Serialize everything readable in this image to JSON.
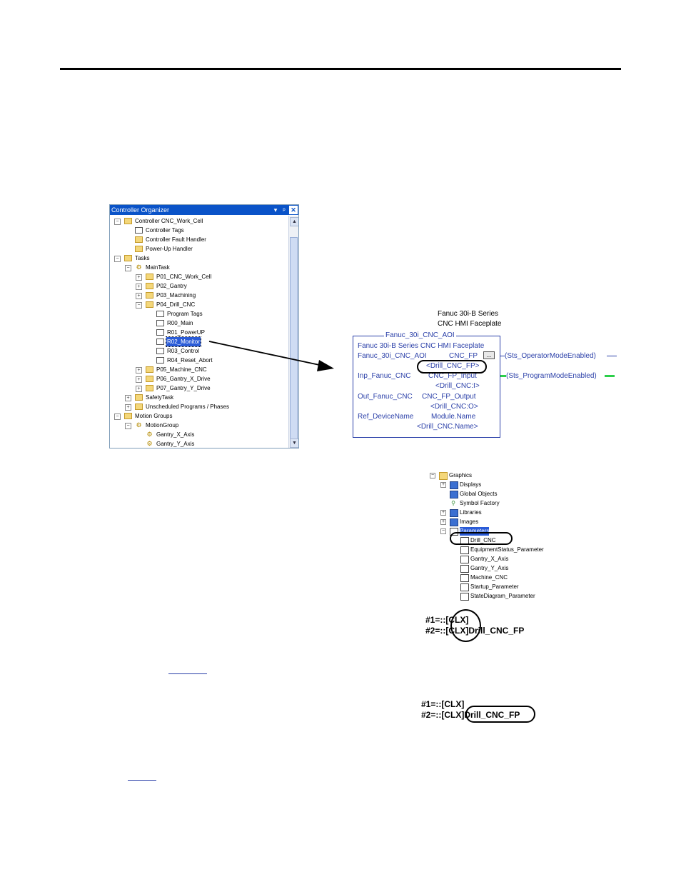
{
  "organizer": {
    "title": "Controller Organizer",
    "controls": [
      "▾",
      "ᵖ",
      "✕"
    ],
    "tree": [
      {
        "label": "Controller CNC_Work_Cell",
        "depth": 0,
        "exp": "−",
        "icon": "folder"
      },
      {
        "label": "Controller Tags",
        "depth": 1,
        "exp": "",
        "icon": "doc"
      },
      {
        "label": "Controller Fault Handler",
        "depth": 1,
        "exp": "",
        "icon": "folder"
      },
      {
        "label": "Power-Up Handler",
        "depth": 1,
        "exp": "",
        "icon": "folder"
      },
      {
        "label": "Tasks",
        "depth": 0,
        "exp": "−",
        "icon": "folder"
      },
      {
        "label": "MainTask",
        "depth": 1,
        "exp": "−",
        "icon": "gear"
      },
      {
        "label": "P01_CNC_Work_Cell",
        "depth": 2,
        "exp": "+",
        "icon": "folder"
      },
      {
        "label": "P02_Gantry",
        "depth": 2,
        "exp": "+",
        "icon": "folder"
      },
      {
        "label": "P03_Machining",
        "depth": 2,
        "exp": "+",
        "icon": "folder"
      },
      {
        "label": "P04_Drill_CNC",
        "depth": 2,
        "exp": "−",
        "icon": "folder"
      },
      {
        "label": "Program Tags",
        "depth": 3,
        "exp": "",
        "icon": "doc"
      },
      {
        "label": "R00_Main",
        "depth": 3,
        "exp": "",
        "icon": "doc"
      },
      {
        "label": "R01_PowerUP",
        "depth": 3,
        "exp": "",
        "icon": "doc"
      },
      {
        "label": "R02_Monitor",
        "depth": 3,
        "exp": "",
        "icon": "doc",
        "selected": true
      },
      {
        "label": "R03_Control",
        "depth": 3,
        "exp": "",
        "icon": "doc"
      },
      {
        "label": "R04_Reset_Abort",
        "depth": 3,
        "exp": "",
        "icon": "doc"
      },
      {
        "label": "P05_Machine_CNC",
        "depth": 2,
        "exp": "+",
        "icon": "folder"
      },
      {
        "label": "P06_Gantry_X_Drive",
        "depth": 2,
        "exp": "+",
        "icon": "folder"
      },
      {
        "label": "P07_Gantry_Y_Drive",
        "depth": 2,
        "exp": "+",
        "icon": "folder"
      },
      {
        "label": "SafetyTask",
        "depth": 1,
        "exp": "+",
        "icon": "folder"
      },
      {
        "label": "Unscheduled Programs / Phases",
        "depth": 1,
        "exp": "+",
        "icon": "folder"
      },
      {
        "label": "Motion Groups",
        "depth": 0,
        "exp": "−",
        "icon": "folder"
      },
      {
        "label": "MotionGroup",
        "depth": 1,
        "exp": "−",
        "icon": "gear"
      },
      {
        "label": "Gantry_X_Axis",
        "depth": 2,
        "exp": "",
        "icon": "gear"
      },
      {
        "label": "Gantry_Y_Axis",
        "depth": 2,
        "exp": "",
        "icon": "gear"
      }
    ]
  },
  "aoi": {
    "header_line1": "Fanuc 30i-B Series",
    "header_line2": "CNC HMI Faceplate",
    "name": "Fanuc_30i_CNC_AOI",
    "description": "Fanuc 30i-B Series CNC HMI Faceplate",
    "params": [
      {
        "name": "Fanuc_30i_CNC_AOI",
        "value": "CNC_FP",
        "tag": "<Drill_CNC_FP>"
      },
      {
        "name": "Inp_Fanuc_CNC",
        "value": "CNC_FP_Input",
        "tag": "<Drill_CNC:I>"
      },
      {
        "name": "Out_Fanuc_CNC",
        "value": "CNC_FP_Output",
        "tag": "<Drill_CNC:O>"
      },
      {
        "name": "Ref_DeviceName",
        "value": "Module.Name",
        "tag": "<Drill_CNC.Name>"
      }
    ],
    "ellipsis": "...",
    "outputs": [
      "Sts_OperatorModeEnabled",
      "Sts_ProgramModeEnabled"
    ]
  },
  "graphics": {
    "items": [
      {
        "label": "Graphics",
        "exp": "−",
        "icon": "folder",
        "depth": 0
      },
      {
        "label": "Displays",
        "exp": "+",
        "icon": "img",
        "depth": 1
      },
      {
        "label": "Global Objects",
        "exp": "",
        "icon": "img",
        "depth": 1
      },
      {
        "label": "Symbol Factory",
        "exp": "",
        "icon": "sym",
        "depth": 1
      },
      {
        "label": "Libraries",
        "exp": "+",
        "icon": "img",
        "depth": 1
      },
      {
        "label": "Images",
        "exp": "+",
        "icon": "img",
        "depth": 1
      },
      {
        "label": "Parameters",
        "exp": "−",
        "icon": "doc",
        "depth": 1,
        "selected": true
      },
      {
        "label": "Drill_CNC",
        "exp": "",
        "icon": "doc",
        "depth": 2
      },
      {
        "label": "EquipmentStatus_Parameter",
        "exp": "",
        "icon": "doc",
        "depth": 2
      },
      {
        "label": "Gantry_X_Axis",
        "exp": "",
        "icon": "doc",
        "depth": 2
      },
      {
        "label": "Gantry_Y_Axis",
        "exp": "",
        "icon": "doc",
        "depth": 2
      },
      {
        "label": "Machine_CNC",
        "exp": "",
        "icon": "doc",
        "depth": 2
      },
      {
        "label": "Startup_Parameter",
        "exp": "",
        "icon": "doc",
        "depth": 2
      },
      {
        "label": "StateDiagram_Parameter",
        "exp": "",
        "icon": "doc",
        "depth": 2
      }
    ]
  },
  "param_file_1": {
    "line1": "#1=::[CLX]",
    "line2": "#2=::[CLX]Drill_CNC_FP"
  },
  "param_file_2": {
    "line1": "#1=::[CLX]",
    "line2": "#2=::[CLX]Drill_CNC_FP"
  }
}
